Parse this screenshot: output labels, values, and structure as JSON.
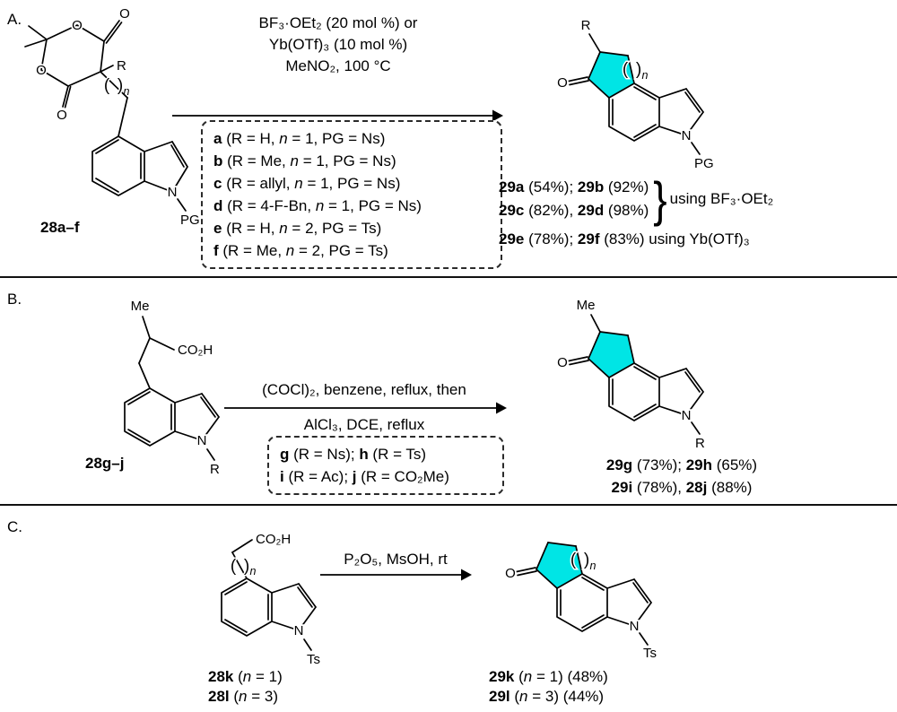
{
  "colors": {
    "ring_fill": "#00e5e5",
    "bond_highlight": "#ed1c24",
    "bond": "#000000"
  },
  "labels": {
    "O": "O",
    "N": "N",
    "R": "R",
    "PG": "PG",
    "Me": "Me",
    "Ts": "Ts",
    "CO2H": "CO₂H",
    "paren_open": "(",
    "paren_close": ")",
    "n_italic": "n"
  },
  "panelA": {
    "label": "A.",
    "reactant_caption": [
      {
        "t": "28a–f",
        "s": "b"
      }
    ],
    "conditions": [
      "BF₃·OEt₂ (20 mol %) or",
      "Yb(OTf)₃ (10 mol %)",
      "MeNO₂, 100 °C"
    ],
    "substituents": [
      [
        {
          "t": "a",
          "s": "b"
        },
        {
          "t": " (R = H, ",
          "s": ""
        },
        {
          "t": "n",
          "s": "i"
        },
        {
          "t": " = 1, PG = Ns)",
          "s": ""
        }
      ],
      [
        {
          "t": "b",
          "s": "b"
        },
        {
          "t": " (R = Me, ",
          "s": ""
        },
        {
          "t": "n",
          "s": "i"
        },
        {
          "t": " = 1, PG = Ns)",
          "s": ""
        }
      ],
      [
        {
          "t": "c",
          "s": "b"
        },
        {
          "t": " (R = allyl, ",
          "s": ""
        },
        {
          "t": "n",
          "s": "i"
        },
        {
          "t": " = 1, PG = Ns)",
          "s": ""
        }
      ],
      [
        {
          "t": "d",
          "s": "b"
        },
        {
          "t": " (R = 4-F-Bn, ",
          "s": ""
        },
        {
          "t": "n",
          "s": "i"
        },
        {
          "t": " = 1, PG = Ns)",
          "s": ""
        }
      ],
      [
        {
          "t": "e",
          "s": "b"
        },
        {
          "t": " (R = H, ",
          "s": ""
        },
        {
          "t": "n",
          "s": "i"
        },
        {
          "t": " = 2, PG = Ts)",
          "s": ""
        }
      ],
      [
        {
          "t": "f",
          "s": "b"
        },
        {
          "t": " (R = Me, ",
          "s": ""
        },
        {
          "t": "n",
          "s": "i"
        },
        {
          "t": " = 2, PG = Ts)",
          "s": ""
        }
      ]
    ],
    "yields": {
      "line1": [
        {
          "t": "29a",
          "s": "b"
        },
        {
          "t": " (54%); ",
          "s": ""
        },
        {
          "t": "29b",
          "s": "b"
        },
        {
          "t": " (92%)",
          "s": ""
        }
      ],
      "line2": [
        {
          "t": "29c",
          "s": "b"
        },
        {
          "t": " (82%), ",
          "s": ""
        },
        {
          "t": "29d",
          "s": "b"
        },
        {
          "t": " (98%)",
          "s": ""
        }
      ],
      "brace": "}",
      "brace_label": "using BF₃·OEt₂",
      "line3": [
        {
          "t": "29e",
          "s": "b"
        },
        {
          "t": " (78%); ",
          "s": ""
        },
        {
          "t": "29f",
          "s": "b"
        },
        {
          "t": " (83%) using Yb(OTf)₃",
          "s": ""
        }
      ]
    }
  },
  "panelB": {
    "label": "B.",
    "reactant_caption": [
      {
        "t": "28g–j",
        "s": "b"
      }
    ],
    "conditions_above": "(COCl)₂, benzene, reflux, then",
    "conditions_below": "AlCl₃, DCE, reflux",
    "substituents": [
      [
        {
          "t": "g",
          "s": "b"
        },
        {
          "t": " (R = Ns); ",
          "s": ""
        },
        {
          "t": "h",
          "s": "b"
        },
        {
          "t": " (R = Ts)",
          "s": ""
        }
      ],
      [
        {
          "t": "i",
          "s": "b"
        },
        {
          "t": " (R = Ac); ",
          "s": ""
        },
        {
          "t": "j",
          "s": "b"
        },
        {
          "t": " (R = CO₂Me)",
          "s": ""
        }
      ]
    ],
    "yields": {
      "line1": [
        {
          "t": "29g",
          "s": "b"
        },
        {
          "t": " (73%); ",
          "s": ""
        },
        {
          "t": "29h",
          "s": "b"
        },
        {
          "t": " (65%)",
          "s": ""
        }
      ],
      "line2": [
        {
          "t": "29i",
          "s": "b"
        },
        {
          "t": " (78%), ",
          "s": ""
        },
        {
          "t": "28j",
          "s": "b"
        },
        {
          "t": " (88%)",
          "s": ""
        }
      ]
    }
  },
  "panelC": {
    "label": "C.",
    "conditions": "P₂O₅, MsOH, rt",
    "reactant_captions": [
      [
        {
          "t": "28k",
          "s": "b"
        },
        {
          "t": " (",
          "s": ""
        },
        {
          "t": "n",
          "s": "i"
        },
        {
          "t": " = 1)",
          "s": ""
        }
      ],
      [
        {
          "t": "28l",
          "s": "b"
        },
        {
          "t": " (",
          "s": ""
        },
        {
          "t": "n",
          "s": "i"
        },
        {
          "t": " = 3)",
          "s": ""
        }
      ]
    ],
    "product_captions": [
      [
        {
          "t": "29k",
          "s": "b"
        },
        {
          "t": " (",
          "s": ""
        },
        {
          "t": "n",
          "s": "i"
        },
        {
          "t": " = 1) (48%)",
          "s": ""
        }
      ],
      [
        {
          "t": "29l",
          "s": "b"
        },
        {
          "t": " (",
          "s": ""
        },
        {
          "t": "n",
          "s": "i"
        },
        {
          "t": " = 3) (44%)",
          "s": ""
        }
      ]
    ]
  }
}
